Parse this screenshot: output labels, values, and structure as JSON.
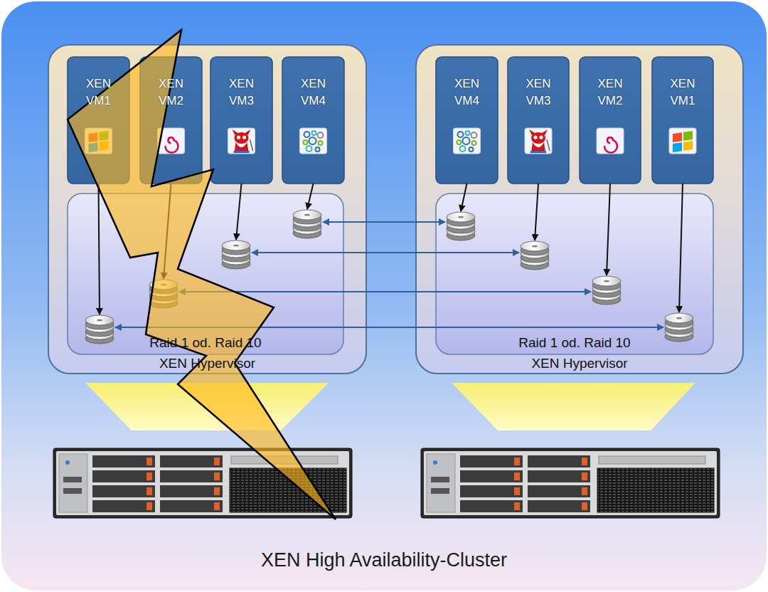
{
  "diagram": {
    "title": "XEN High Availability-Cluster",
    "nodes": [
      {
        "text": [
          "XEN Hypervisor"
        ]
      },
      {
        "text": [
          "XEN VM1"
        ],
        "in": 0
      },
      {
        "text": [
          "XEN VM2"
        ],
        "in": 0
      },
      {
        "text": [
          "XEN VM3"
        ],
        "in": 0
      },
      {
        "text": [
          "XEN VM4"
        ],
        "in": 0
      },
      {
        "text": [
          "Raid 1 od. Raid 10"
        ],
        "in": 0
      },
      {
        "text": [
          "XEN Hypervisor"
        ]
      },
      {
        "text": [
          "XEN VM4"
        ],
        "in": 6
      },
      {
        "text": [
          "XEN VM3"
        ],
        "in": 6
      },
      {
        "text": [
          "XEN VM2"
        ],
        "in": 6
      },
      {
        "text": [
          "XEN VM1"
        ],
        "in": 6
      },
      {
        "text": [
          "Raid 1 od. Raid 10"
        ],
        "in": 6
      }
    ],
    "edges": [
      {
        "from": 1,
        "to": 5,
        "arrow": "to"
      },
      {
        "from": 2,
        "to": 5,
        "arrow": "to"
      },
      {
        "from": 3,
        "to": 5,
        "arrow": "to"
      },
      {
        "from": 4,
        "to": 5,
        "arrow": "to"
      },
      {
        "from": 7,
        "to": 11,
        "arrow": "to"
      },
      {
        "from": 8,
        "to": 11,
        "arrow": "to"
      },
      {
        "from": 9,
        "to": 11,
        "arrow": "to"
      },
      {
        "from": 10,
        "to": 11,
        "arrow": "to"
      },
      {
        "from": 5,
        "to": 11,
        "arrow": "both"
      },
      {
        "from": 5,
        "to": 11,
        "arrow": "both"
      },
      {
        "from": 5,
        "to": 11,
        "arrow": "both"
      },
      {
        "from": 5,
        "to": 11,
        "arrow": "both"
      }
    ]
  }
}
